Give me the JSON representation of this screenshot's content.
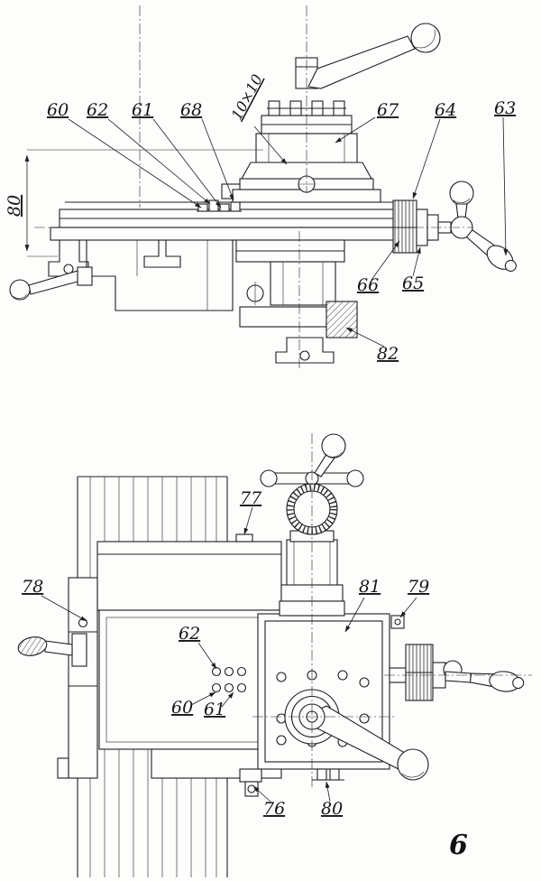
{
  "figure": {
    "page_number": "6",
    "top_view": {
      "dim_height": "80",
      "tool_section": "10×10",
      "callouts": {
        "c60": "60",
        "c62": "62",
        "c61": "61",
        "c68": "68",
        "c67": "67",
        "c64": "64",
        "c63": "63",
        "c66": "66",
        "c65": "65",
        "c82": "82"
      }
    },
    "bottom_view": {
      "callouts": {
        "c77": "77",
        "c78": "78",
        "c62": "62",
        "c60": "60",
        "c61": "61",
        "c81": "81",
        "c79": "79",
        "c76": "76",
        "c80": "80"
      }
    }
  }
}
